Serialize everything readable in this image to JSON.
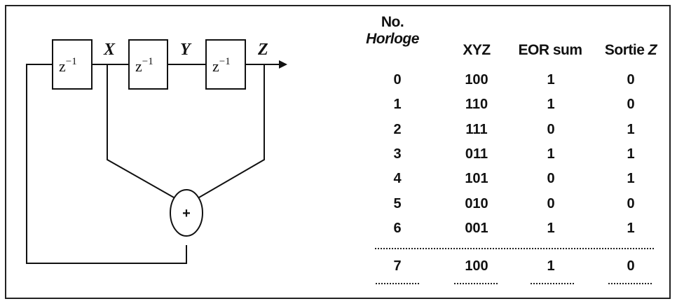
{
  "diagram": {
    "delay_label_base": "z",
    "delay_label_exp": "−1",
    "signal_x": "X",
    "signal_y": "Y",
    "signal_z": "Z",
    "adder_symbol": "+"
  },
  "table": {
    "headers": {
      "clock_line1": "No.",
      "clock_line2": "Horloge",
      "xyz": "XYZ",
      "eor": "EOR sum",
      "out_prefix": "Sortie ",
      "out_var": "Z"
    },
    "rows": [
      {
        "n": "0",
        "xyz": "100",
        "eor": "1",
        "z": "0"
      },
      {
        "n": "1",
        "xyz": "110",
        "eor": "1",
        "z": "0"
      },
      {
        "n": "2",
        "xyz": "111",
        "eor": "0",
        "z": "1"
      },
      {
        "n": "3",
        "xyz": "011",
        "eor": "1",
        "z": "1"
      },
      {
        "n": "4",
        "xyz": "101",
        "eor": "0",
        "z": "1"
      },
      {
        "n": "5",
        "xyz": "010",
        "eor": "0",
        "z": "0"
      },
      {
        "n": "6",
        "xyz": "001",
        "eor": "1",
        "z": "1"
      }
    ],
    "final_row": {
      "n": "7",
      "xyz": "100",
      "eor": "1",
      "z": "0"
    }
  }
}
